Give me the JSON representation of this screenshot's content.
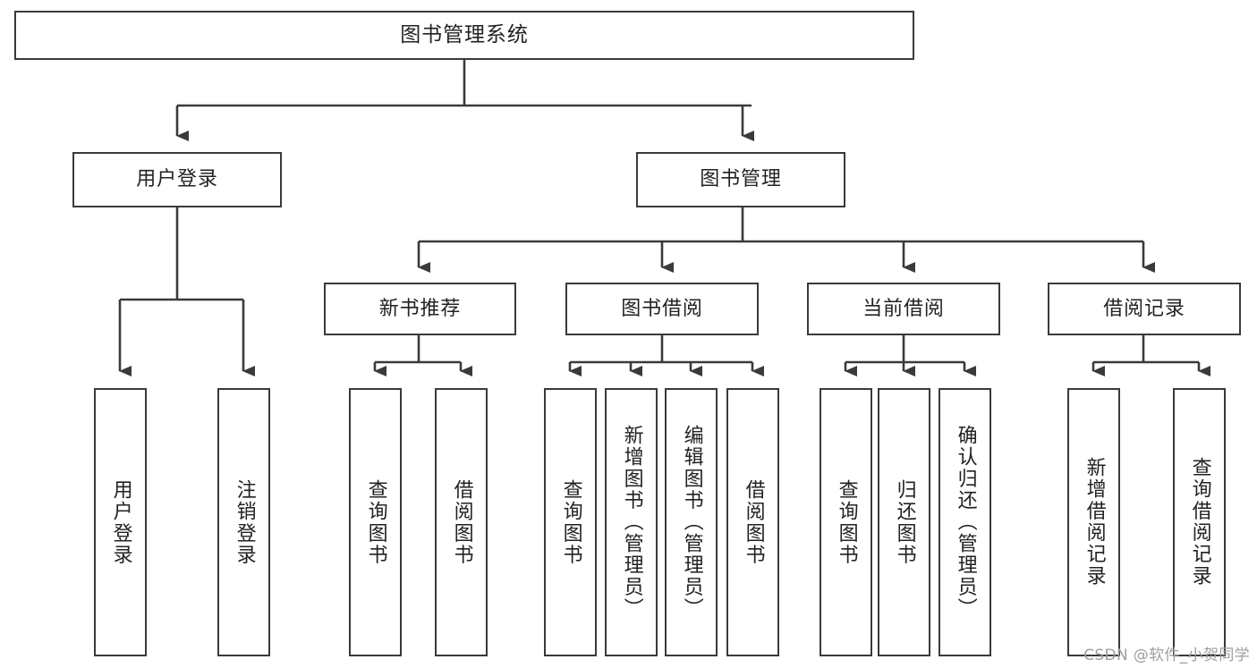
{
  "diagram": {
    "type": "tree",
    "title": "图书管理系统",
    "watermark": "CSDN @软件_小贺同学",
    "colors": {
      "stroke": "#3a3a3a",
      "fill": "#ffffff",
      "text": "#222222",
      "watermark": "#9e9e9e"
    },
    "nodes": {
      "root": {
        "label": "图书管理系统"
      },
      "level2": [
        {
          "label": "用户登录"
        },
        {
          "label": "图书管理"
        }
      ],
      "level3": [
        {
          "label": "新书推荐"
        },
        {
          "label": "图书借阅"
        },
        {
          "label": "当前借阅"
        },
        {
          "label": "借阅记录"
        }
      ],
      "leaves": {
        "user_login": [
          {
            "label": "用户登录"
          },
          {
            "label": "注销登录"
          }
        ],
        "new_book": [
          {
            "label": "查询图书"
          },
          {
            "label": "借阅图书"
          }
        ],
        "book_borrow": [
          {
            "label": "查询图书"
          },
          {
            "label": "新增图书（管理员）"
          },
          {
            "label": "编辑图书（管理员）"
          },
          {
            "label": "借阅图书"
          }
        ],
        "current_borrow": [
          {
            "label": "查询图书"
          },
          {
            "label": "归还图书"
          },
          {
            "label": "确认归还（管理员）"
          }
        ],
        "borrow_record": [
          {
            "label": "新增借阅记录"
          },
          {
            "label": "查询借阅记录"
          }
        ]
      }
    }
  }
}
